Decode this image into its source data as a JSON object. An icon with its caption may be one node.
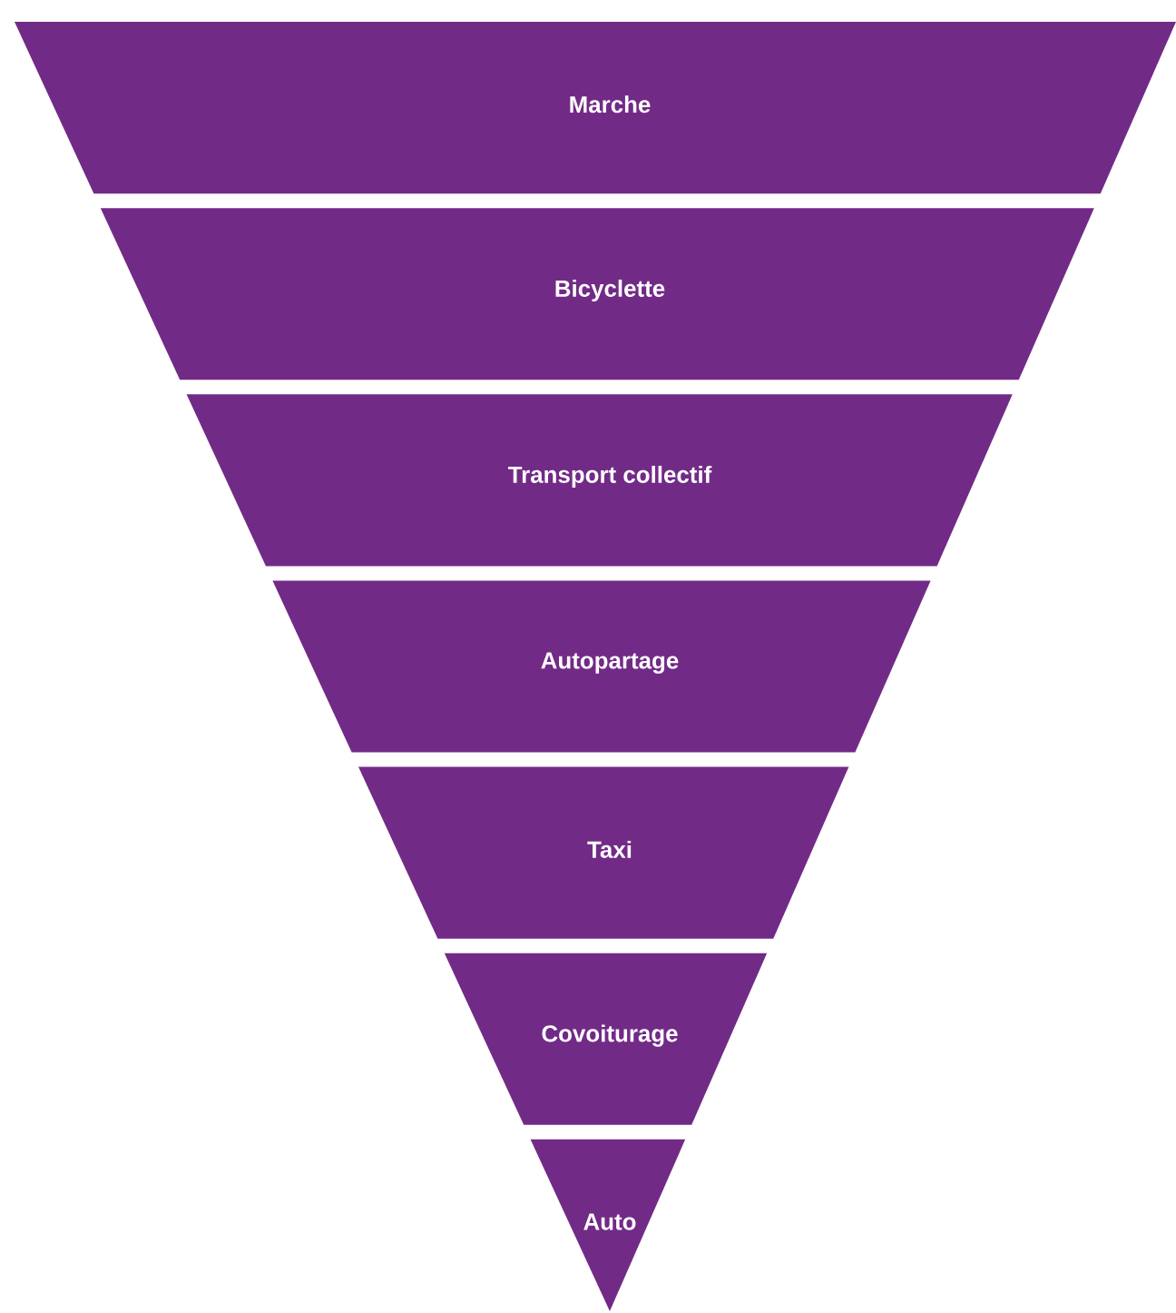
{
  "diagram": {
    "nodes": [
      {
        "text": [
          "Marche"
        ]
      },
      {
        "text": [
          "Bicyclette"
        ]
      },
      {
        "text": [
          "Transport collectif"
        ]
      },
      {
        "text": [
          "Autopartage"
        ]
      },
      {
        "text": [
          "Taxi"
        ]
      },
      {
        "text": [
          "Covoiturage"
        ]
      },
      {
        "text": [
          "Auto"
        ]
      }
    ]
  }
}
